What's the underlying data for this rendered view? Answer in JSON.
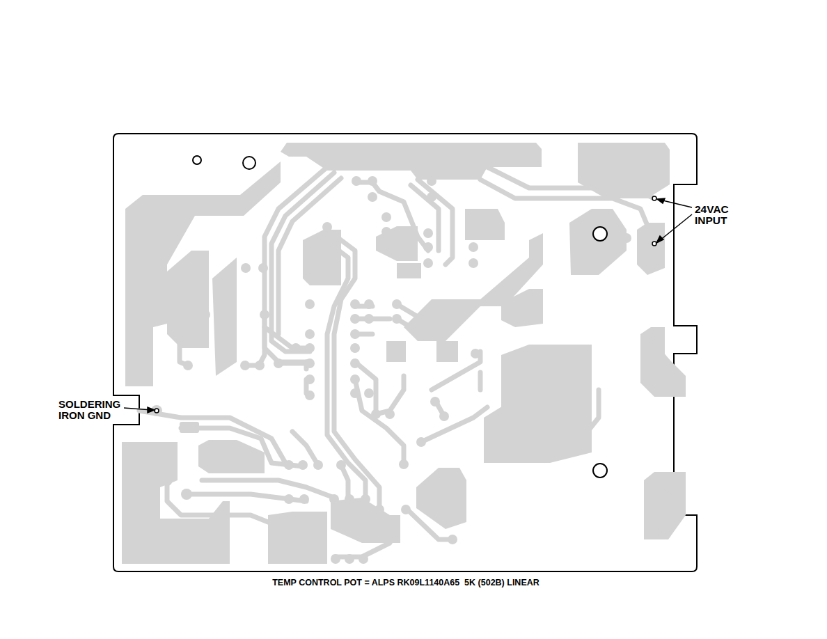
{
  "diagram": {
    "caption": "TEMP CONTROL POT = ALPS RK09L1140A65  5K (502B) LINEAR",
    "labels": [
      "24VAC INPUT",
      "SOLDERING IRON GND"
    ]
  }
}
